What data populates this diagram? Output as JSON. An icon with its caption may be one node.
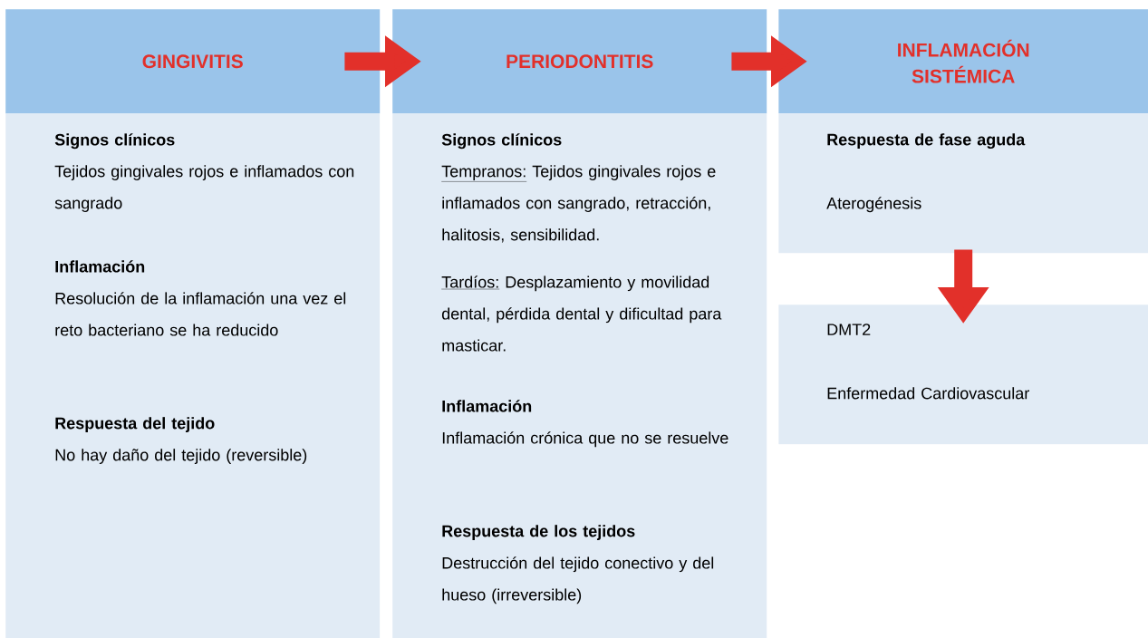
{
  "diagram": {
    "nodes": [
      {
        "text": [
          "GINGIVITIS"
        ]
      },
      {
        "text": [
          "Signos clínicos",
          "Tejidos gingivales rojos e inflamados con sangrado",
          "Inflamación",
          "Resolución de la inflamación una vez el reto bacteriano se ha reducido",
          "Respuesta del tejido",
          "No hay daño del tejido (reversible)"
        ]
      },
      {
        "text": [
          "PERIODONTITIS"
        ]
      },
      {
        "text": [
          "Signos clínicos",
          "Tempranos:",
          "Tejidos gingivales rojos e inflamados con sangrado, retracción, halitosis, sensibilidad.",
          "Tardíos:",
          "Desplazamiento y movilidad dental, pérdida dental y dificultad para masticar.",
          "Inflamación",
          "Inflamación crónica que no se resuelve",
          "Respuesta de los tejidos",
          "Destrucción del tejido conectivo y del hueso (irreversible)"
        ]
      },
      {
        "text": [
          "INFLAMACIÓN SISTÉMICA"
        ]
      },
      {
        "text": [
          "Respuesta de fase aguda",
          "Aterogénesis"
        ]
      },
      {
        "text": [
          "DMT2",
          "Enfermedad Cardiovascular"
        ]
      }
    ],
    "edges": [
      {
        "from": 0,
        "to": 2,
        "arrow": "to"
      },
      {
        "from": 2,
        "to": 4,
        "arrow": "to"
      },
      {
        "from": 5,
        "to": 6,
        "arrow": "to"
      }
    ]
  }
}
